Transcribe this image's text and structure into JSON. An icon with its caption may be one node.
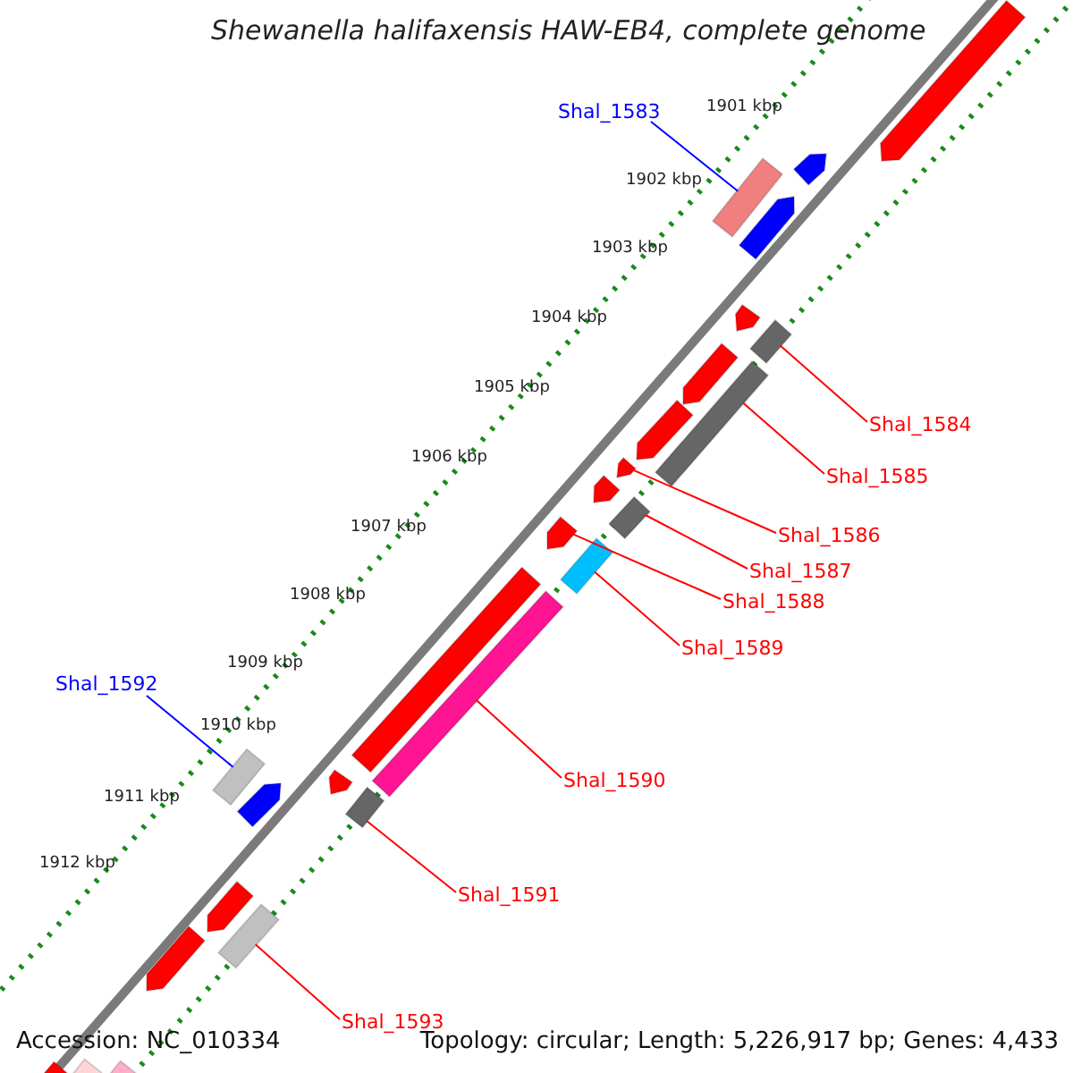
{
  "diagram": {
    "title": "Shewanella halifaxensis HAW-EB4, complete genome",
    "nodes": [
      {
        "text": [
          "Shal_1583"
        ]
      },
      {
        "text": [
          "Shal_1584"
        ]
      },
      {
        "text": [
          "Shal_1585"
        ]
      },
      {
        "text": [
          "Shal_1586"
        ]
      },
      {
        "text": [
          "Shal_1587"
        ]
      },
      {
        "text": [
          "Shal_1588"
        ]
      },
      {
        "text": [
          "Shal_1589"
        ]
      },
      {
        "text": [
          "Shal_1590"
        ]
      },
      {
        "text": [
          "Shal_1591"
        ]
      },
      {
        "text": [
          "Shal_1592"
        ]
      },
      {
        "text": [
          "Shal_1593"
        ]
      },
      {
        "text": [],
        "shape": "bar"
      },
      {
        "text": [],
        "shape": "bar"
      },
      {
        "text": [],
        "shape": "bar"
      },
      {
        "text": [],
        "shape": "bar"
      },
      {
        "text": [],
        "shape": "bar"
      },
      {
        "text": [],
        "shape": "bar"
      },
      {
        "text": [],
        "shape": "bar"
      },
      {
        "text": [],
        "shape": "bar"
      },
      {
        "text": [],
        "shape": "bar"
      },
      {
        "text": [],
        "shape": "bar"
      },
      {
        "text": [],
        "shape": "bar"
      },
      {
        "text": [],
        "shape": "bar"
      },
      {
        "text": [],
        "shape": "bar"
      },
      {
        "text": [],
        "shape": "bar"
      },
      {
        "text": [],
        "shape": "bar"
      },
      {
        "text": [],
        "shape": "bar"
      },
      {
        "text": [],
        "shape": "bar"
      },
      {
        "text": [],
        "shape": "bar"
      },
      {
        "text": [],
        "shape": "bar"
      },
      {
        "text": [],
        "shape": "bar"
      },
      {
        "text": [],
        "shape": "bar"
      },
      {
        "text": [],
        "shape": "bar"
      },
      {
        "text": [],
        "shape": "bar"
      },
      {
        "text": [],
        "shape": "bar"
      },
      {
        "text": [],
        "shape": "bar"
      },
      {
        "text": [],
        "shape": "bar"
      }
    ],
    "edges": [
      {
        "from": 0,
        "to": 12,
        "arrow": "none",
        "color": "#0000ff"
      },
      {
        "from": 1,
        "to": 16,
        "arrow": "none"
      },
      {
        "from": 2,
        "to": 18,
        "arrow": "none"
      },
      {
        "from": 3,
        "to": 20,
        "arrow": "none"
      },
      {
        "from": 4,
        "to": 22,
        "arrow": "none"
      },
      {
        "from": 5,
        "to": 23,
        "arrow": "none"
      },
      {
        "from": 6,
        "to": 24,
        "arrow": "none"
      },
      {
        "from": 7,
        "to": 26,
        "arrow": "none"
      },
      {
        "from": 8,
        "to": 30,
        "arrow": "none"
      },
      {
        "from": 9,
        "to": 27,
        "arrow": "none",
        "color": "#0000ff"
      },
      {
        "from": 10,
        "to": 32,
        "arrow": "none"
      }
    ],
    "labels": [
      "1901 kbp",
      "1902 kbp",
      "1903 kbp",
      "1904 kbp",
      "1905 kbp",
      "1906 kbp",
      "1907 kbp",
      "1908 kbp",
      "1909 kbp",
      "1910 kbp",
      "1911 kbp",
      "1912 kbp",
      "Accession: NC_010334",
      "Topology: circular; Length: 5,226,917 bp; Genes: 4,433"
    ]
  }
}
